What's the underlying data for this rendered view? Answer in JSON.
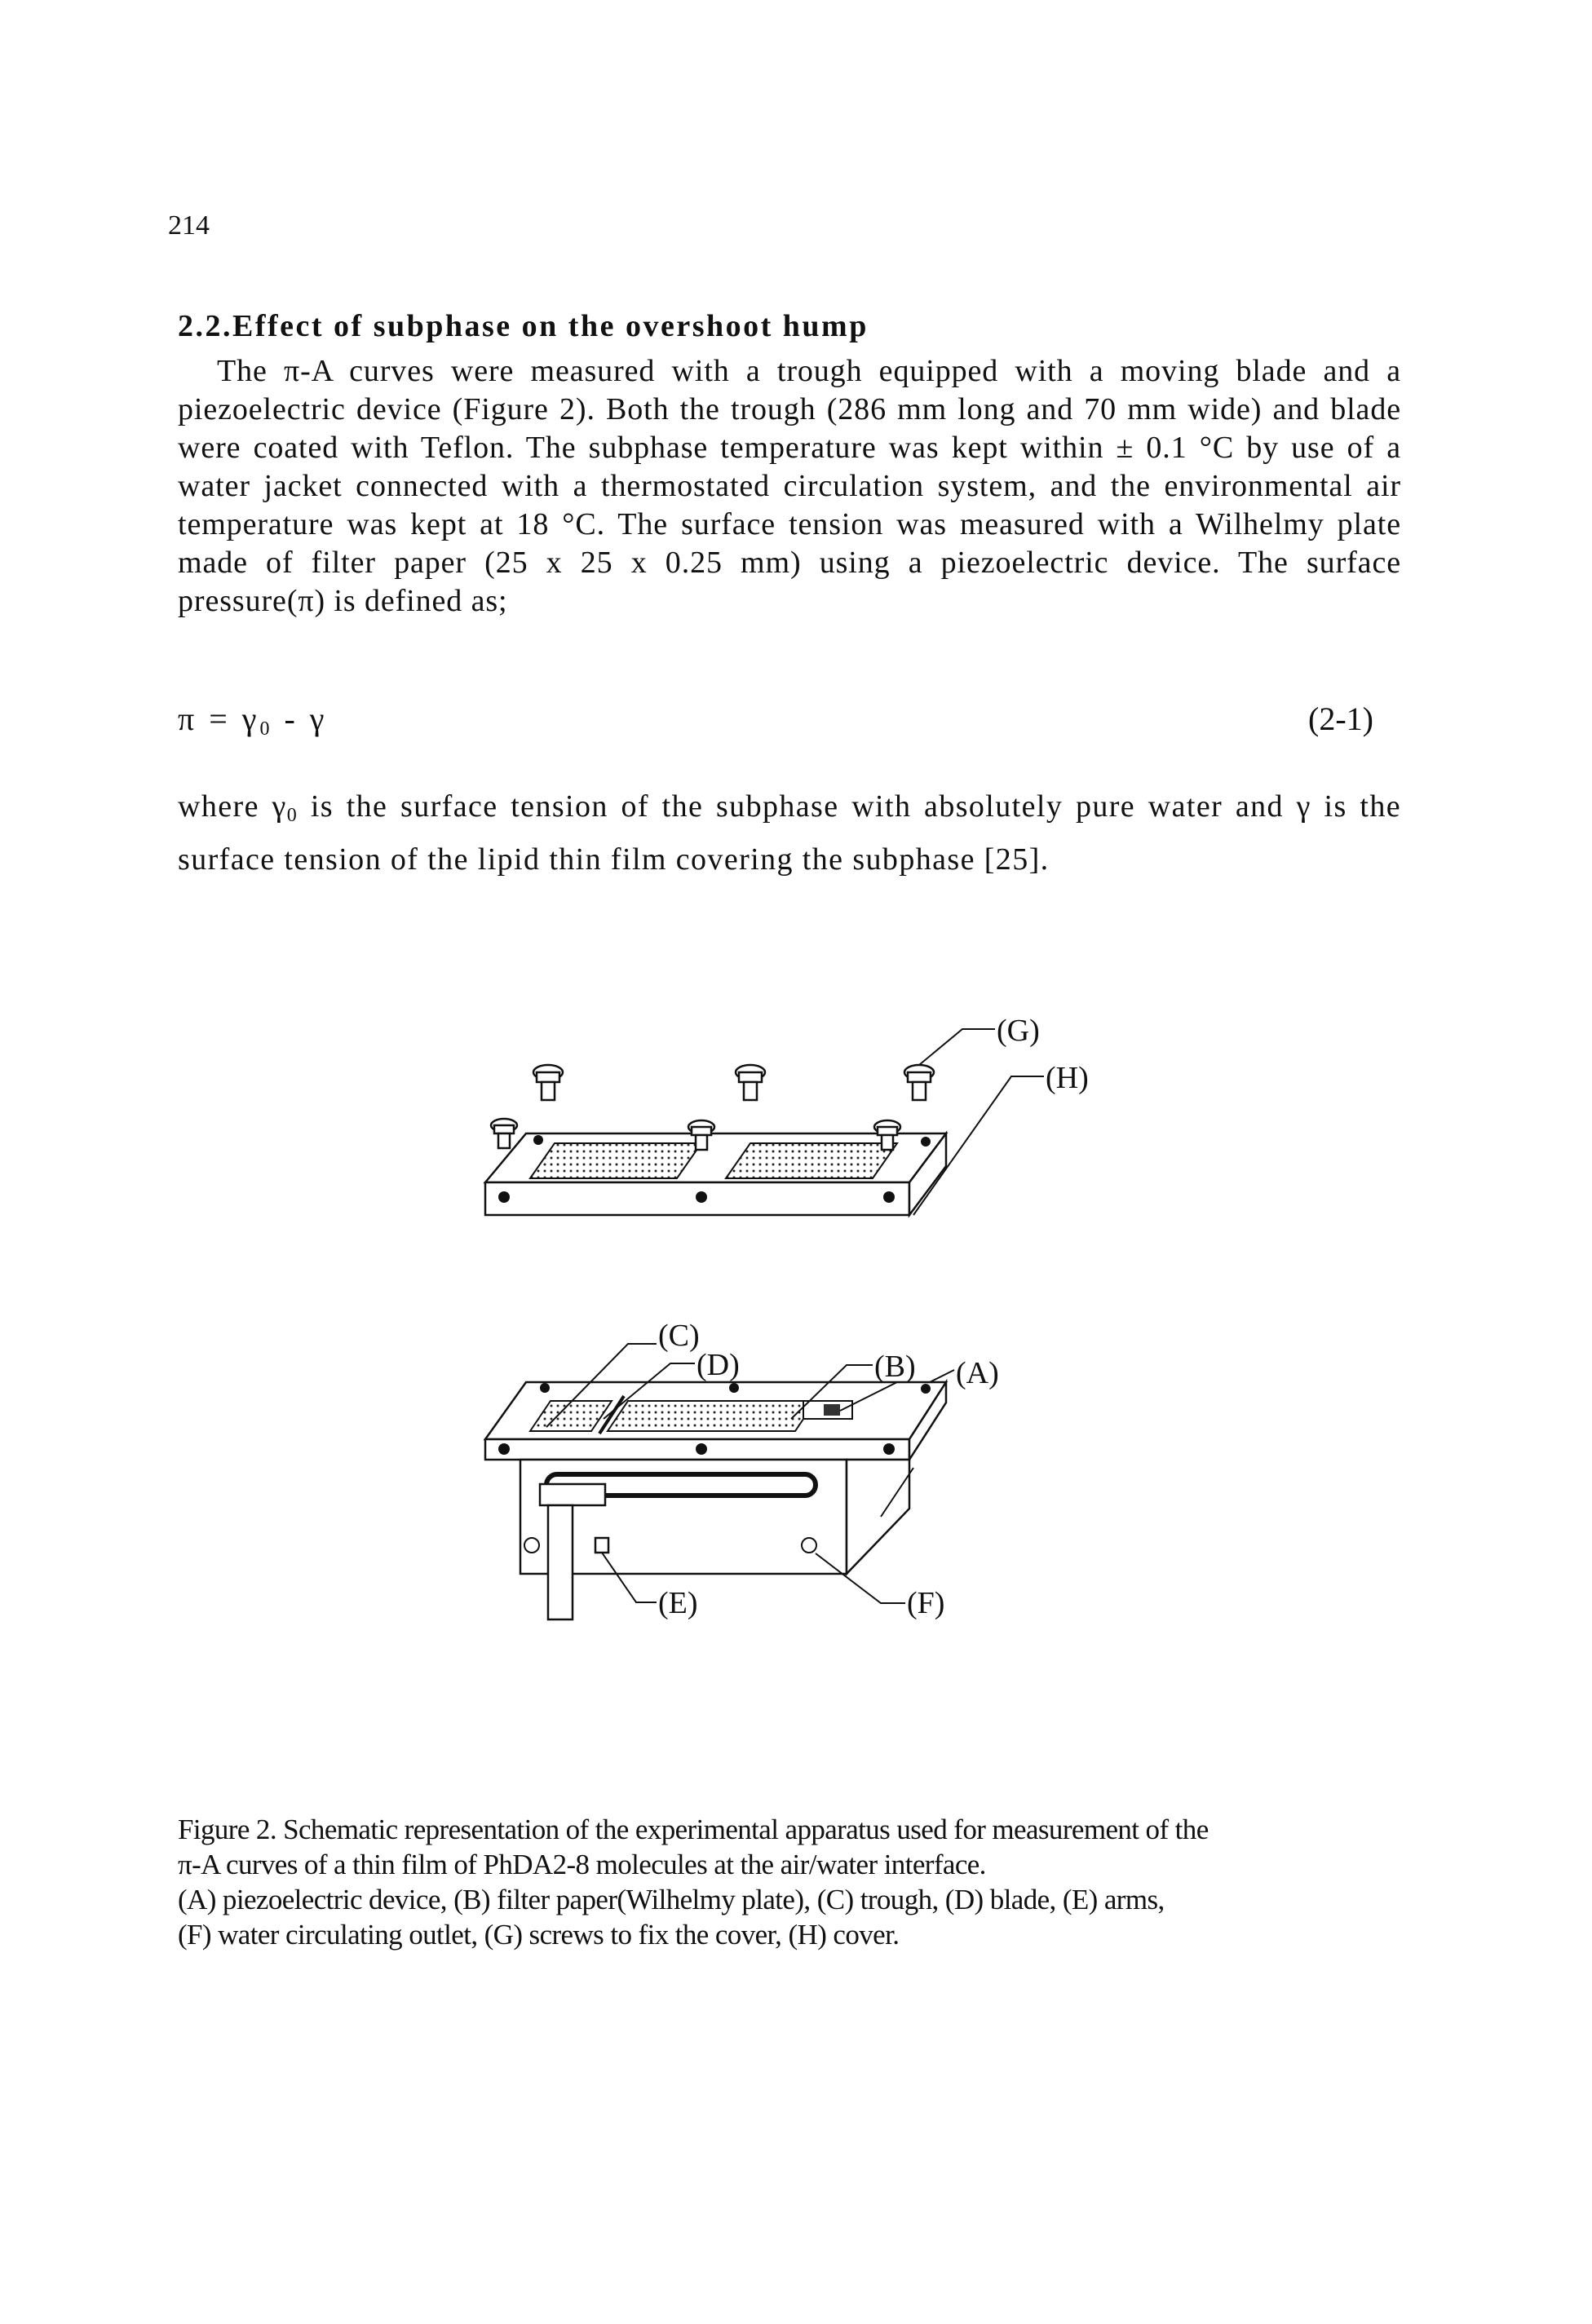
{
  "page_number": "214",
  "section_heading": "2.2.Effect of subphase on the overshoot hump",
  "paragraph_1": "The π-A curves were measured with a trough equipped with a moving blade and a piezoelectric device (Figure 2). Both the trough (286 mm long and 70 mm wide) and blade were coated with Teflon. The subphase temperature was kept within ± 0.1 °C by use of a water jacket connected with a thermostated circulation system, and the environmental air temperature was kept at 18 °C. The surface tension was measured with a Wilhelmy plate made of filter paper (25 x 25 x 0.25 mm) using a piezoelectric device. The surface pressure(π) is defined as;",
  "equation": {
    "lhs": "π = γ",
    "sub": "0",
    "rhs": " - γ",
    "number": "(2-1)"
  },
  "paragraph_2": {
    "part1": "where γ",
    "sub": "0",
    "part2": " is the surface tension of the subphase with absolutely pure water and γ is the surface tension of the lipid thin film covering the subphase [25]."
  },
  "figure_labels": {
    "A": "(A)",
    "B": "(B)",
    "C": "(C)",
    "D": "(D)",
    "E": "(E)",
    "F": "(F)",
    "G": "(G)",
    "H": "(H)"
  },
  "caption_lines": [
    "Figure 2. Schematic representation of the experimental apparatus used for measurement of the",
    "π-A curves of a thin film of PhDA2-8 molecules at the air/water interface.",
    "(A) piezoelectric device, (B) filter paper(Wilhelmy plate), (C) trough, (D) blade, (E) arms,",
    "(F) water circulating outlet, (G) screws to fix the cover, (H) cover."
  ]
}
